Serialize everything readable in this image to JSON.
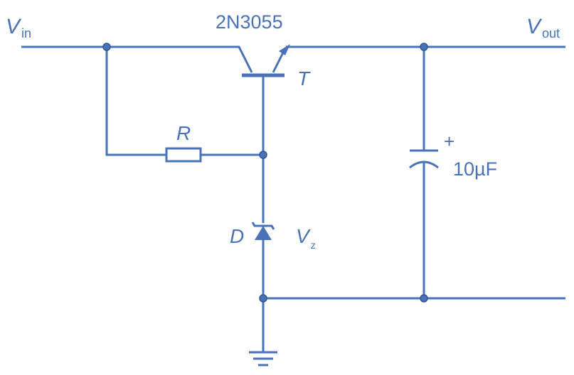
{
  "labels": {
    "vin_main": "V",
    "vin_sub": "in",
    "vout_main": "V",
    "vout_sub": "out",
    "transistor_part": "2N3055",
    "transistor_name": "T",
    "resistor_name": "R",
    "diode_name": "D",
    "zener_main": "V",
    "zener_sub": "z",
    "cap_polarity": "+",
    "cap_value": "10µF"
  },
  "colors": {
    "wire": "#4a72b8",
    "junction": "#4a72b8",
    "background": "#ffffff"
  },
  "symbols": [
    "npn-transistor",
    "resistor",
    "zener-diode",
    "polarized-capacitor",
    "ground"
  ]
}
